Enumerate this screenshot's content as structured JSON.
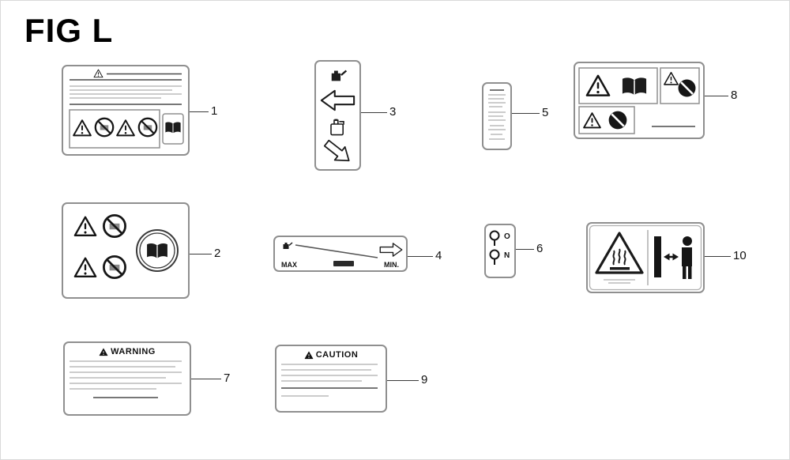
{
  "figure": {
    "title": "FIG L"
  },
  "callouts": {
    "c1": "1",
    "c2": "2",
    "c3": "3",
    "c4": "4",
    "c5": "5",
    "c6": "6",
    "c7": "7",
    "c8": "8",
    "c9": "9",
    "c10": "10"
  },
  "decal4": {
    "max_label": "MAX",
    "min_label": "MIN."
  },
  "decal6": {
    "pos_top": "O",
    "pos_bottom": "N"
  },
  "decal7": {
    "header": "WARNING"
  },
  "decal9": {
    "header": "CAUTION"
  },
  "colors": {
    "ink": "#111111",
    "label_border": "#8f8f8f",
    "leader": "#3a3a3a"
  }
}
